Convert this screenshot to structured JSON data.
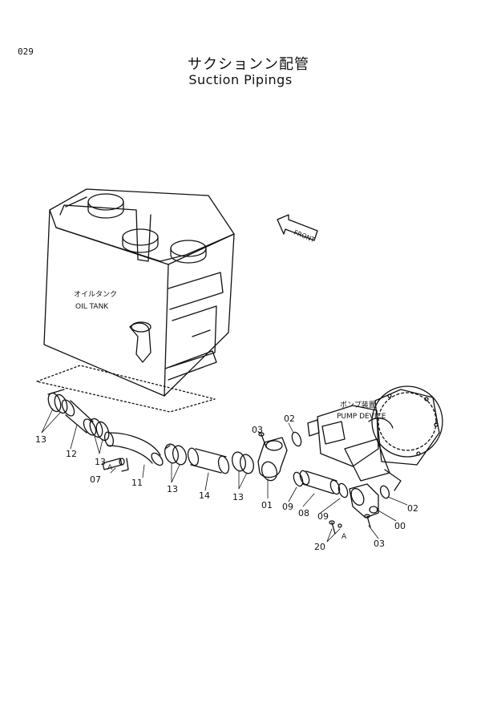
{
  "page_number": "029",
  "title_ja": "サクションン配管",
  "title_en": "Suction Pipings",
  "front_label": "FRONT",
  "labels": {
    "oil_tank_ja": "オイルタンク",
    "oil_tank_en": "OIL TANK",
    "pump_ja": "ポンプ装置",
    "pump_en": "PUMP DEVICE",
    "detail_a_left": "A",
    "detail_a_right": "A"
  },
  "part_numbers": {
    "p13_left": "13",
    "p12": "12",
    "p13_mid": "13",
    "p07": "07",
    "p11": "11",
    "p13_c": "13",
    "p14": "14",
    "p13_d": "13",
    "p03_top": "03",
    "p02_top": "02",
    "p01": "01",
    "p09_a": "09",
    "p08": "08",
    "p09_b": "09",
    "p02_right": "02",
    "p00": "00",
    "p03_bottom": "03",
    "p20": "20"
  }
}
